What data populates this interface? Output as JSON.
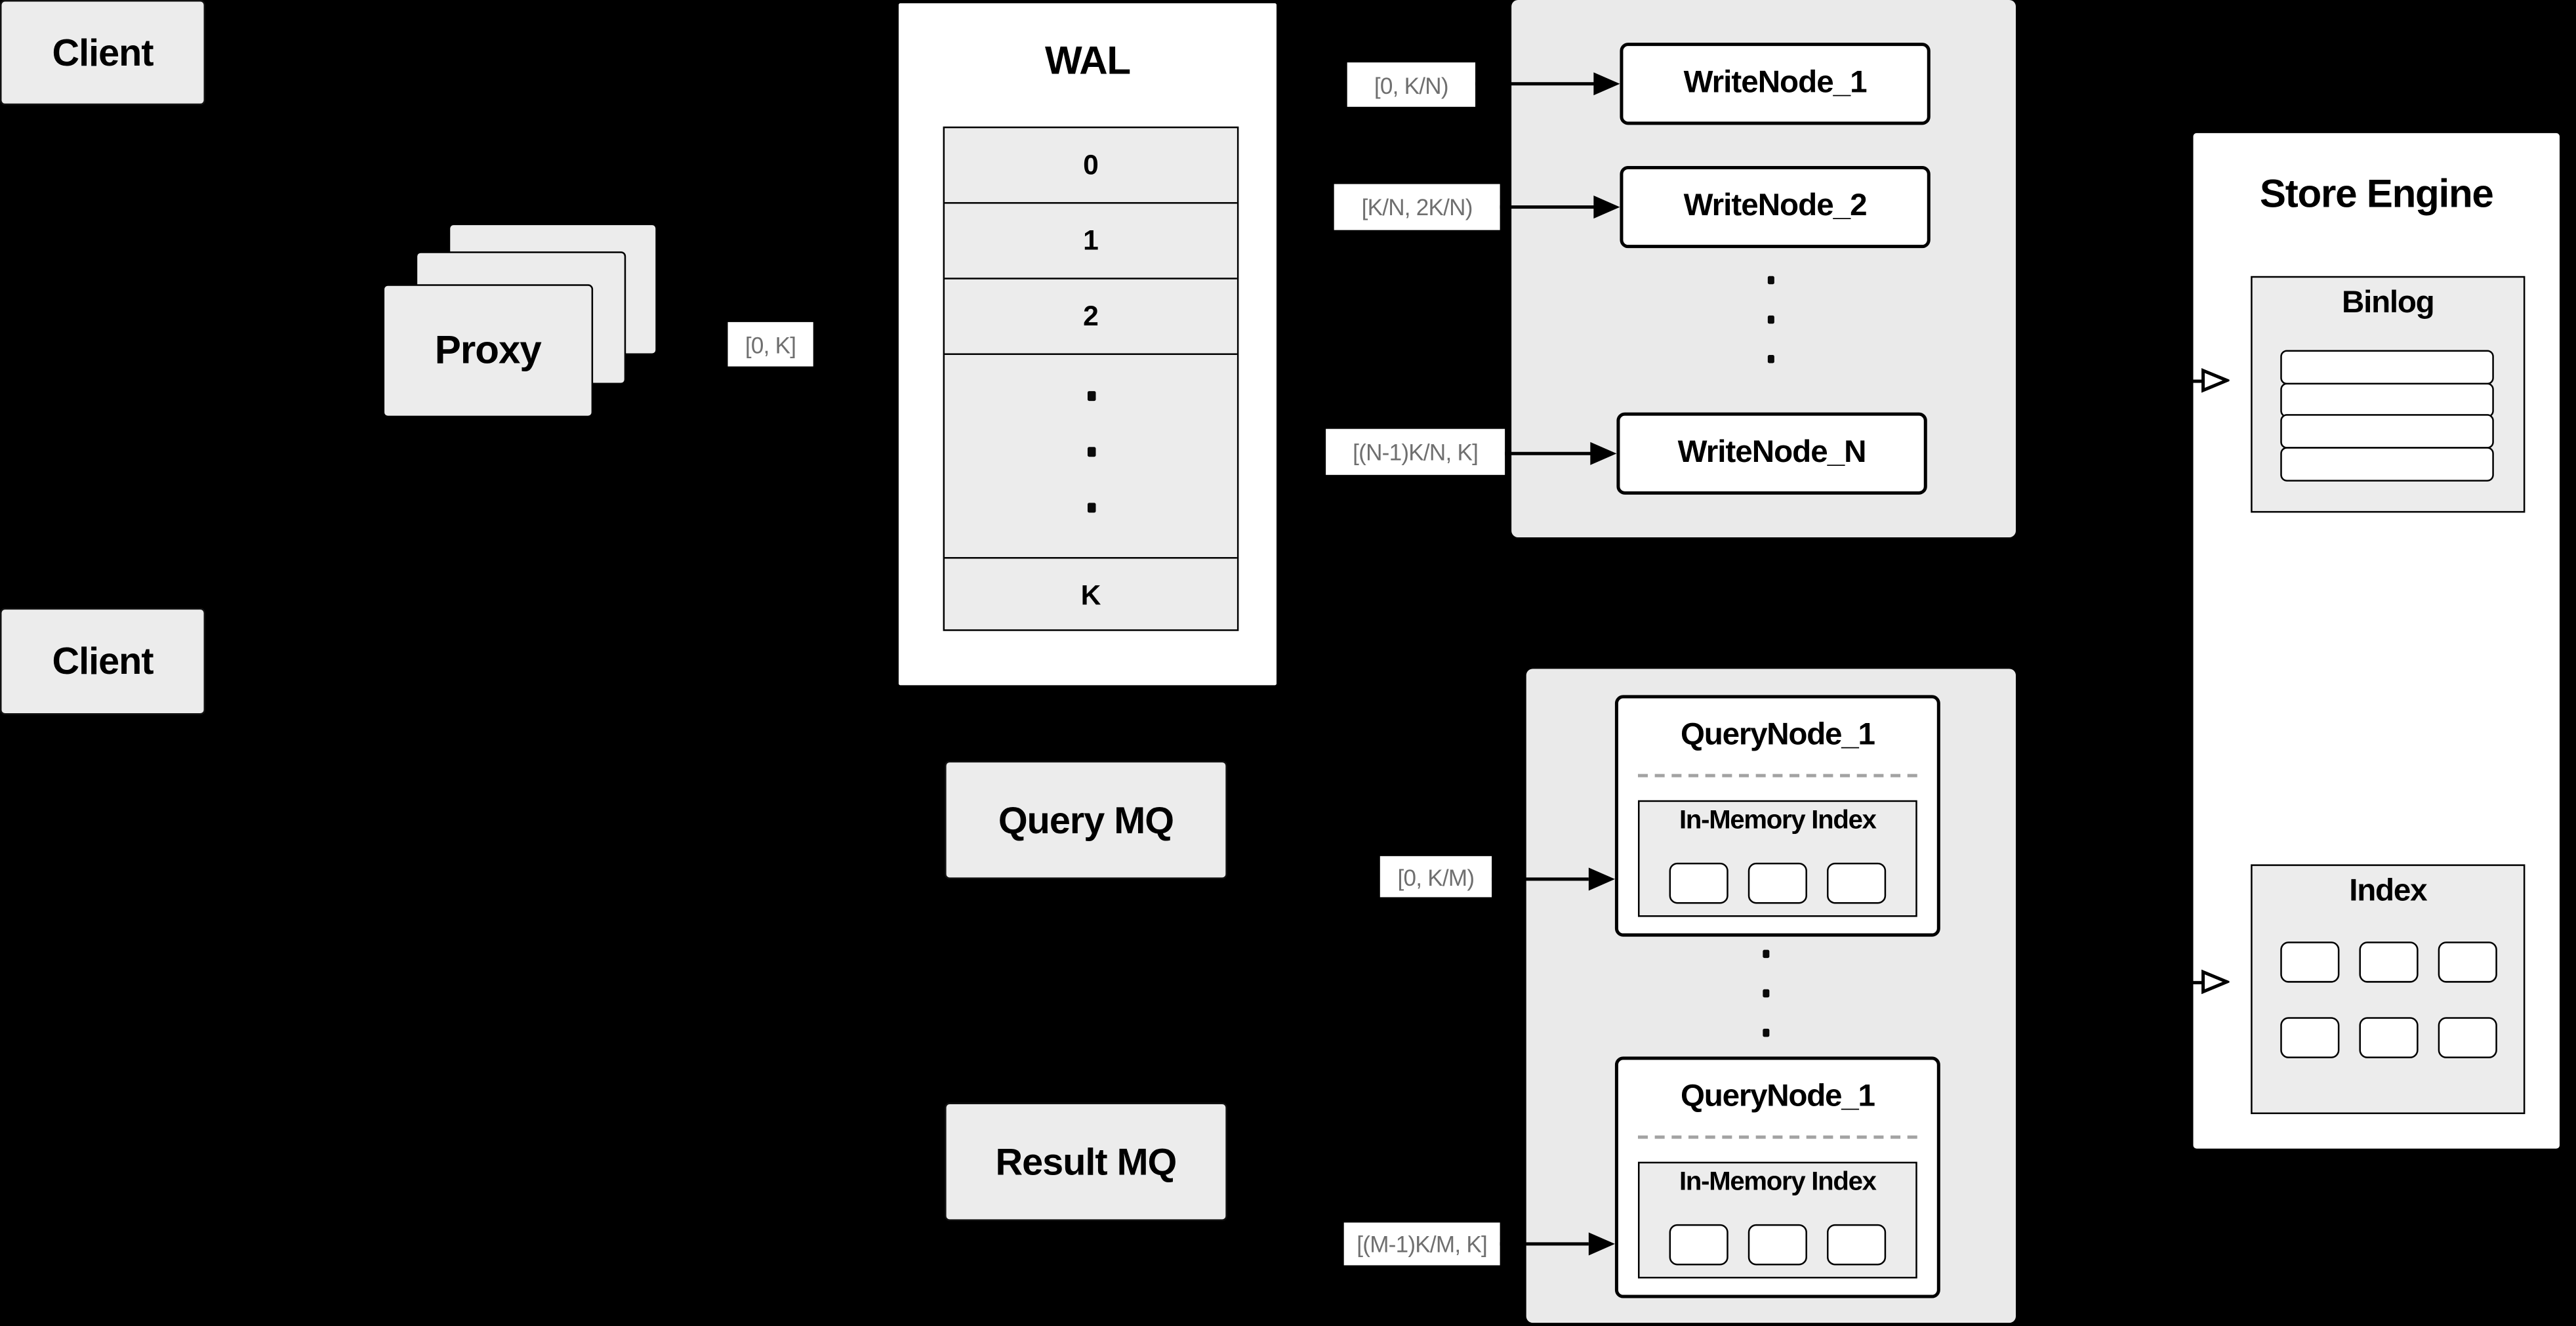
{
  "colors": {
    "background": "#000000",
    "panel_gray": "#ececec",
    "group_gray": "#eaeaea",
    "node_white": "#ffffff",
    "border_black": "#000000",
    "chip_text": "#6f6f6f",
    "dashed_divider": "#a3a3a3"
  },
  "clients": {
    "top_label": "Client",
    "bottom_label": "Client"
  },
  "proxy": {
    "label": "Proxy",
    "stack_count": 3
  },
  "wal": {
    "title": "WAL",
    "rows": [
      "0",
      "1",
      "2"
    ],
    "last_row": "K"
  },
  "range_chips": {
    "proxy_to_wal": "[0, K]",
    "to_write_node_1": "[0, K/N)",
    "to_write_node_2": "[K/N, 2K/N)",
    "to_write_node_n": "[(N-1)K/N, K]",
    "to_query_node_top": "[0, K/M)",
    "to_query_node_bottom": "[(M-1)K/M, K]"
  },
  "write_group": {
    "node_1": "WriteNode_1",
    "node_2": "WriteNode_2",
    "node_n": "WriteNode_N"
  },
  "store_engine": {
    "title": "Store Engine",
    "binlog_title": "Binlog",
    "binlog_row_count": 4,
    "index_title": "Index",
    "index_cell_count": 6
  },
  "message_queues": {
    "query": "Query MQ",
    "result": "Result MQ"
  },
  "query_group": {
    "node_top": {
      "title": "QueryNode_1",
      "memory_title": "In-Memory Index",
      "cell_count": 3
    },
    "node_bottom": {
      "title": "QueryNode_1",
      "memory_title": "In-Memory Index",
      "cell_count": 3
    }
  }
}
